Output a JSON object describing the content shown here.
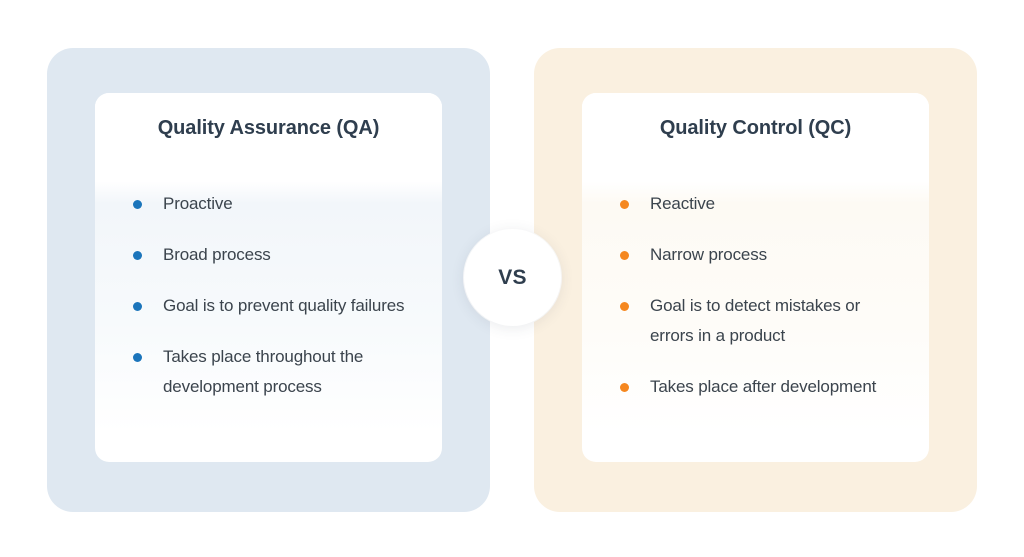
{
  "diagram": {
    "type": "comparison",
    "center_badge_label": "VS",
    "background_color": "#ffffff",
    "columns": [
      {
        "id": "qa",
        "title": "Quality Assurance (QA)",
        "panel_color": "#dfe8f1",
        "accent_color": "#1b75bb",
        "bullets": [
          "Proactive",
          "Broad process",
          "Goal is to prevent quality failures",
          "Takes place throughout the development process"
        ]
      },
      {
        "id": "qc",
        "title": "Quality Control (QC)",
        "panel_color": "#faf0e0",
        "accent_color": "#f5871f",
        "bullets": [
          "Reactive",
          "Narrow process",
          "Goal is to detect mistakes or errors in a product",
          "Takes place after development"
        ]
      }
    ]
  }
}
